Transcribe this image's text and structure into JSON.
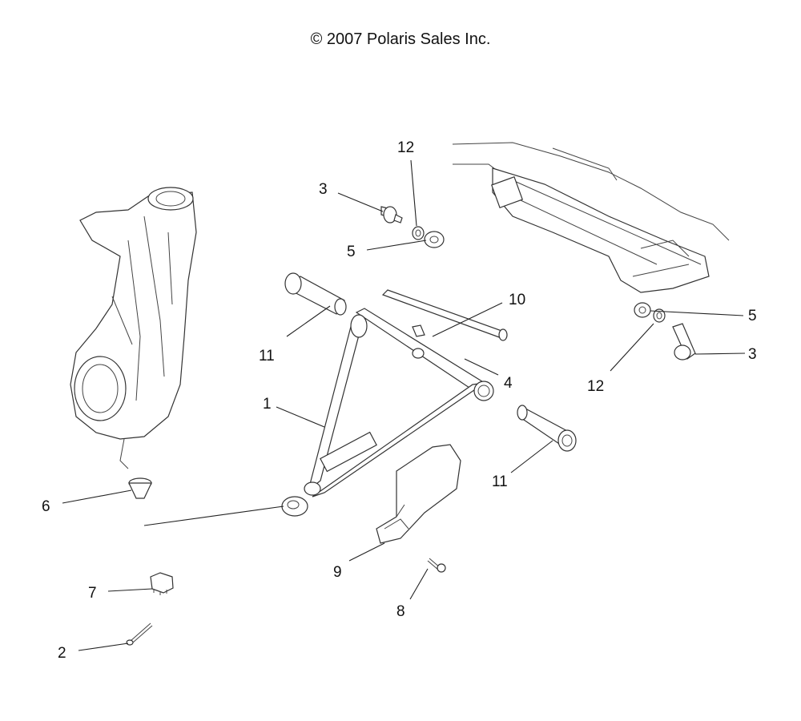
{
  "copyright": "© 2007 Polaris Sales Inc.",
  "callouts": {
    "n1": "1",
    "n2": "2",
    "n3a": "3",
    "n3b": "3",
    "n4": "4",
    "n5a": "5",
    "n5b": "5",
    "n6": "6",
    "n7": "7",
    "n8": "8",
    "n9": "9",
    "n10": "10",
    "n11a": "11",
    "n11b": "11",
    "n12a": "12",
    "n12b": "12"
  }
}
